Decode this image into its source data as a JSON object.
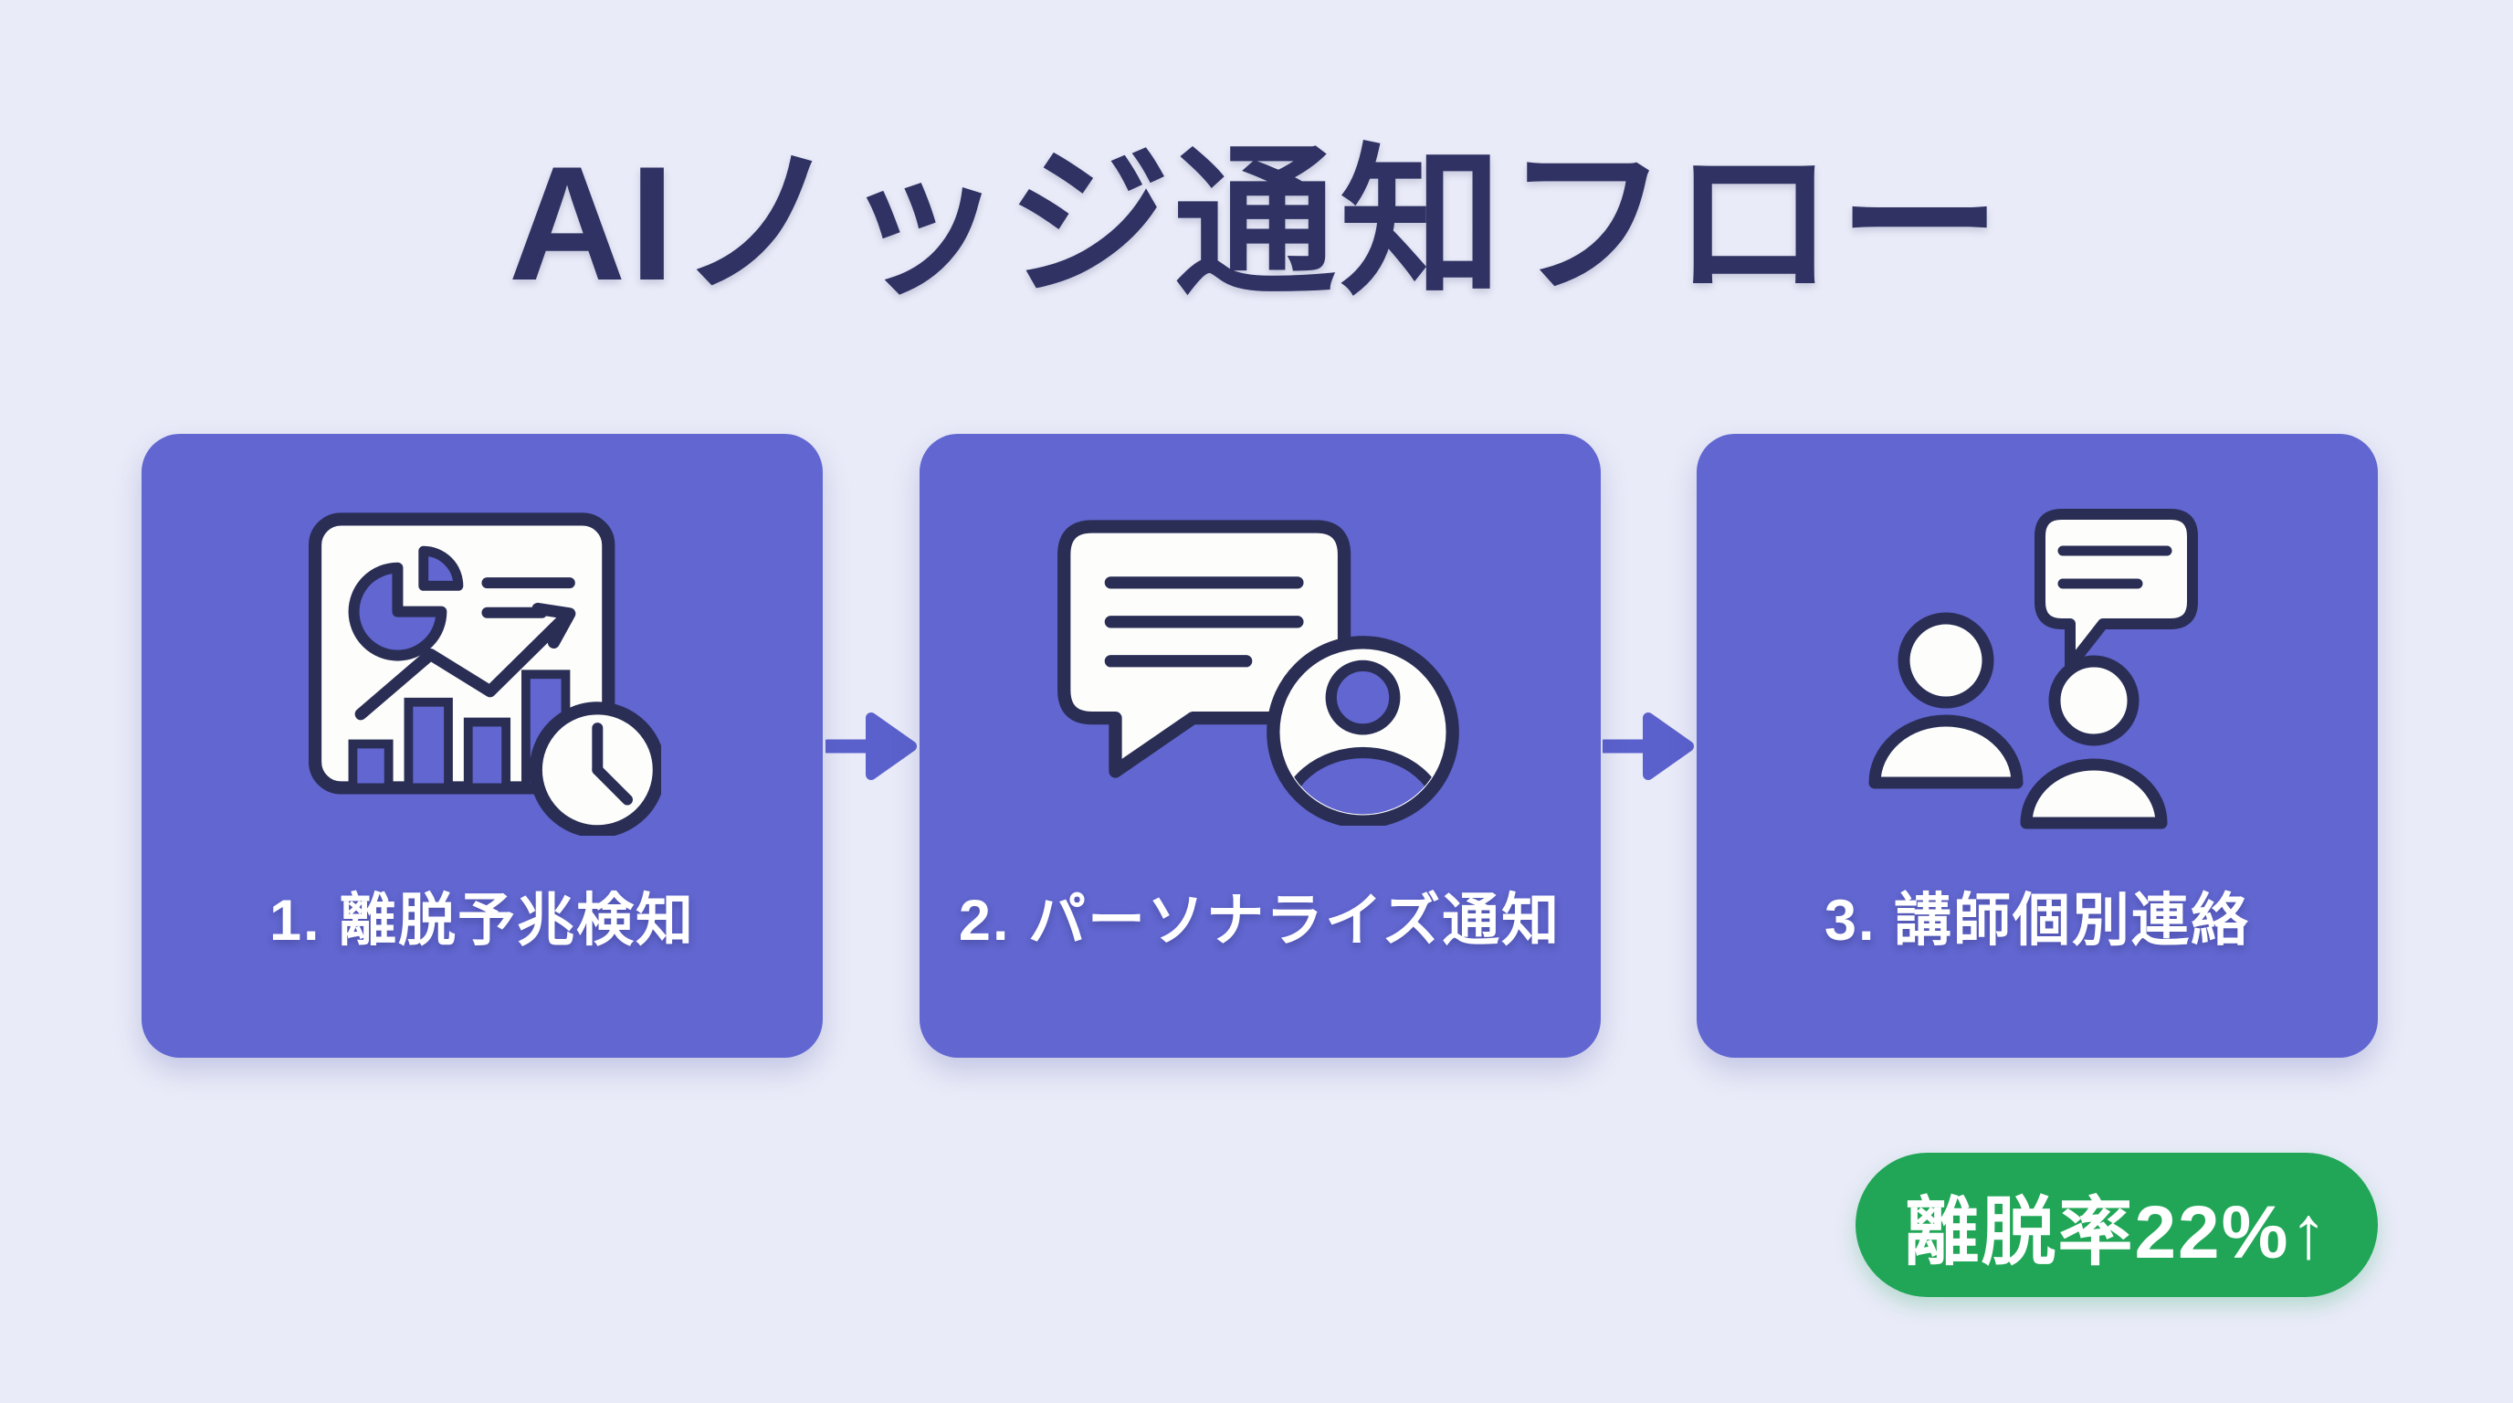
{
  "title": "AIノッジ通知フロー",
  "steps": [
    {
      "label": "1. 離脱予兆検知",
      "icon": "analytics-clock-icon"
    },
    {
      "label": "2. パーソナライズ通知",
      "icon": "chat-bubble-user-icon"
    },
    {
      "label": "3. 講師個別連絡",
      "icon": "people-conversation-icon"
    }
  ],
  "connectors": [
    {
      "icon": "right-arrow-icon"
    },
    {
      "icon": "right-arrow-icon"
    }
  ],
  "badge": {
    "label": "離脱率22%↑"
  },
  "colors": {
    "background": "#e9ebf8",
    "card_purple": "#6166d0",
    "arrow_purple": "#5b61cc",
    "icon_stroke_navy": "#2a2e55",
    "title_navy": "#2f3263",
    "badge_green": "#20a656",
    "text_white": "#ffffff"
  }
}
